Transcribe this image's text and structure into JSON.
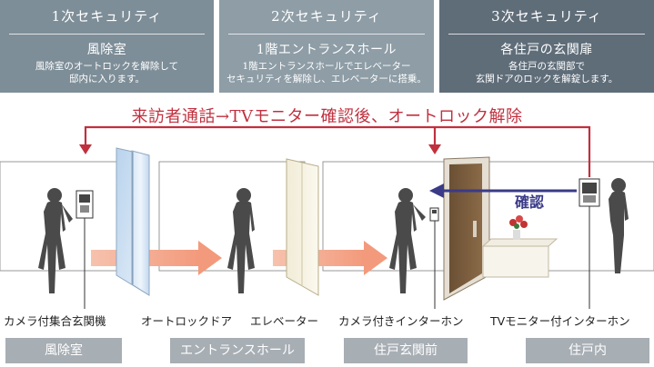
{
  "panels": [
    {
      "level": "1次セキュリティ",
      "place": "風除室",
      "desc1": "風除室のオートロックを解除して",
      "desc2": "邸内に入ります。"
    },
    {
      "level": "2次セキュリティ",
      "place": "1階エントランスホール",
      "desc1": "1階エントランスホールでエレベーター",
      "desc2": "セキュリティを解除し、エレベーターに搭乗。"
    },
    {
      "level": "3次セキュリティ",
      "place": "各住戸の玄関扉",
      "desc1": "各住戸の玄関部で",
      "desc2": "玄関ドアのロックを解錠します。"
    }
  ],
  "flow_title": "来訪者通話→TVモニター確認後、オートロック解除",
  "confirm_label": "確認",
  "devices": {
    "camera_intercom": "カメラ付集合玄関機",
    "auto_lock_door": "オートロックドア",
    "elevator": "エレベーター",
    "camera_door_intercom": "カメラ付きインターホン",
    "tv_monitor_intercom": "TVモニター付インターホン"
  },
  "zones": [
    "風除室",
    "エントランスホール",
    "住戸玄関前",
    "住戸内"
  ],
  "colors": {
    "panel_1": "#7e8e98",
    "panel_2": "#8e9da6",
    "panel_3": "#5f6d79",
    "flow_red": "#c0303f",
    "confirm_navy": "#3a3a88",
    "movement_arrow": "#f3a98f",
    "zone_gray": "#a7aeb4"
  }
}
